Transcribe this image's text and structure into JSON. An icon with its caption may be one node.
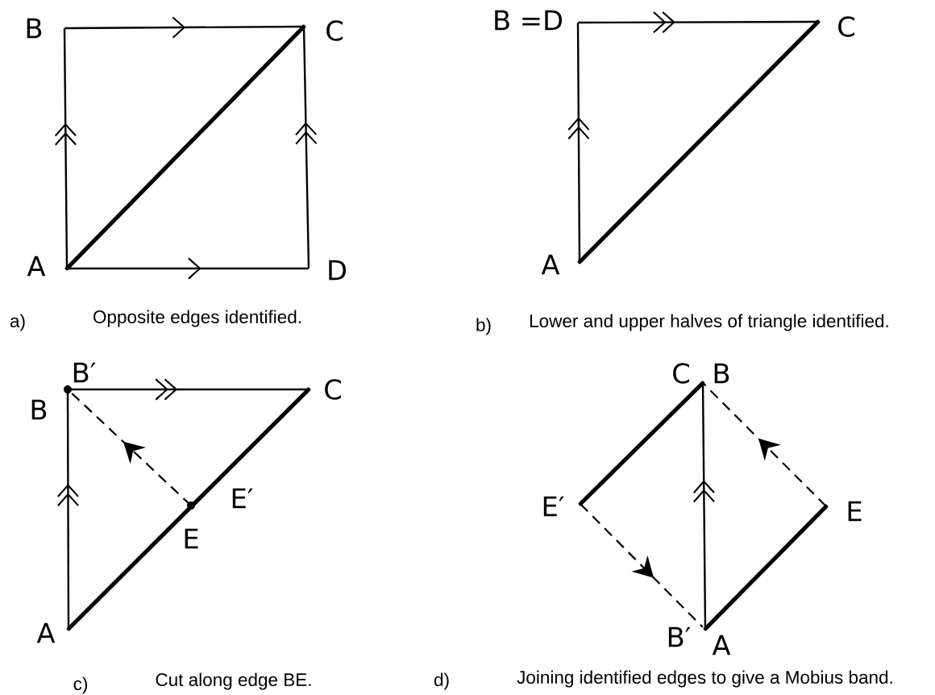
{
  "diagram": {
    "nodes": [
      {
        "text": [
          "A"
        ]
      },
      {
        "text": [
          "B"
        ]
      },
      {
        "text": [
          "C"
        ]
      },
      {
        "text": [
          "D"
        ]
      },
      {
        "text": [
          "B =D"
        ]
      },
      {
        "text": [
          "C"
        ]
      },
      {
        "text": [
          "A"
        ]
      },
      {
        "text": [
          "B′"
        ]
      },
      {
        "text": [
          "B"
        ]
      },
      {
        "text": [
          "C"
        ]
      },
      {
        "text": [
          "E′"
        ]
      },
      {
        "text": [
          "E"
        ]
      },
      {
        "text": [
          "A"
        ]
      },
      {
        "text": [
          "C"
        ]
      },
      {
        "text": [
          "B"
        ]
      },
      {
        "text": [
          "E′"
        ]
      },
      {
        "text": [
          "E"
        ]
      },
      {
        "text": [
          "B′"
        ]
      },
      {
        "text": [
          "A"
        ]
      }
    ],
    "edges": [
      {
        "from": 0,
        "to": 1,
        "arrow": "to"
      },
      {
        "from": 1,
        "to": 2,
        "arrow": "to"
      },
      {
        "from": 0,
        "to": 3,
        "arrow": "to"
      },
      {
        "from": 3,
        "to": 2,
        "arrow": "to"
      },
      {
        "from": 0,
        "to": 2,
        "arrow": "none",
        "style": "thick"
      },
      {
        "from": 6,
        "to": 4,
        "arrow": "to"
      },
      {
        "from": 4,
        "to": 5,
        "arrow": "to"
      },
      {
        "from": 6,
        "to": 5,
        "arrow": "none",
        "style": "thick"
      },
      {
        "from": 12,
        "to": 8,
        "arrow": "to"
      },
      {
        "from": 8,
        "to": 9,
        "arrow": "to"
      },
      {
        "from": 12,
        "to": 9,
        "arrow": "none",
        "style": "thick"
      },
      {
        "from": 11,
        "to": 7,
        "arrow": "to",
        "style": "dashed"
      },
      {
        "from": 13,
        "to": 15,
        "arrow": "none",
        "style": "thick"
      },
      {
        "from": 18,
        "to": 14,
        "arrow": "to"
      },
      {
        "from": 16,
        "to": 14,
        "arrow": "to",
        "style": "dashed"
      },
      {
        "from": 15,
        "to": 17,
        "arrow": "to",
        "style": "dashed"
      },
      {
        "from": 18,
        "to": 16,
        "arrow": "none",
        "style": "thick"
      }
    ],
    "labels": [
      "a)",
      "Opposite edges identified.",
      "b)",
      "Lower and upper halves of triangle identified.",
      "c)",
      "Cut along edge BE.",
      "d)",
      "Joining identified edges to give a Mobius band."
    ]
  }
}
